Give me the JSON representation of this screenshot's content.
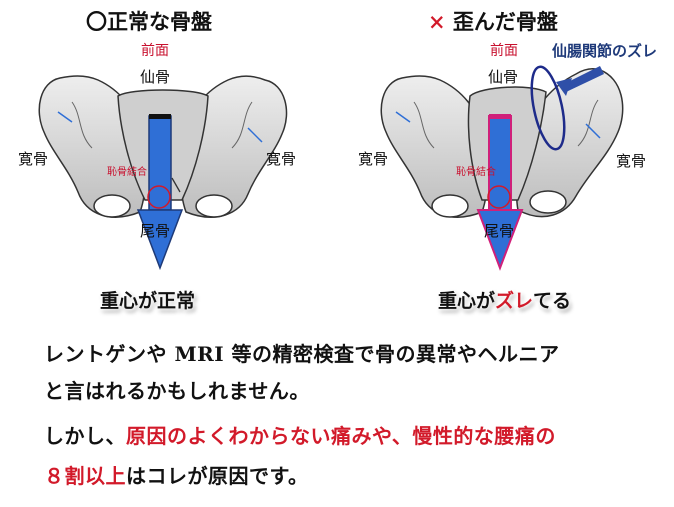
{
  "left_panel": {
    "title": "〇正常な骨盤",
    "front": "前面",
    "sacrum": "仙骨",
    "ilium_left": "寛骨",
    "ilium_right": "寛骨",
    "pubic": "恥骨結合",
    "coccyx": "尾骨",
    "caption": "重心が正常"
  },
  "right_panel": {
    "title_mark": "×",
    "title_text": "歪んだ骨盤",
    "front": "前面",
    "sacrum": "仙骨",
    "si_joint": "仙腸関節のズレ",
    "ilium_left": "寛骨",
    "ilium_right": "寛骨",
    "pubic": "恥骨結合",
    "coccyx": "尾骨",
    "caption_a": "重心が",
    "caption_red": "ズレ",
    "caption_b": "てる"
  },
  "body": {
    "line1": "レントゲンや MRI 等の精密検査で骨の異常やヘルニア",
    "line2": "と言はれるかもしれません。",
    "line3_a": "しかし、",
    "line3_red": "原因のよくわからない痛みや、慢性的な腰痛の",
    "line4_red": "８割以上",
    "line4_b": "はコレが原因です。"
  },
  "colors": {
    "arrow_blue": "#2f6fd6",
    "arrow_dark": "#1e3a78",
    "accent_red": "#d21a2a",
    "magenta": "#d0207a",
    "bone_fill": "#d9d9d9",
    "bone_stroke": "#333333"
  }
}
